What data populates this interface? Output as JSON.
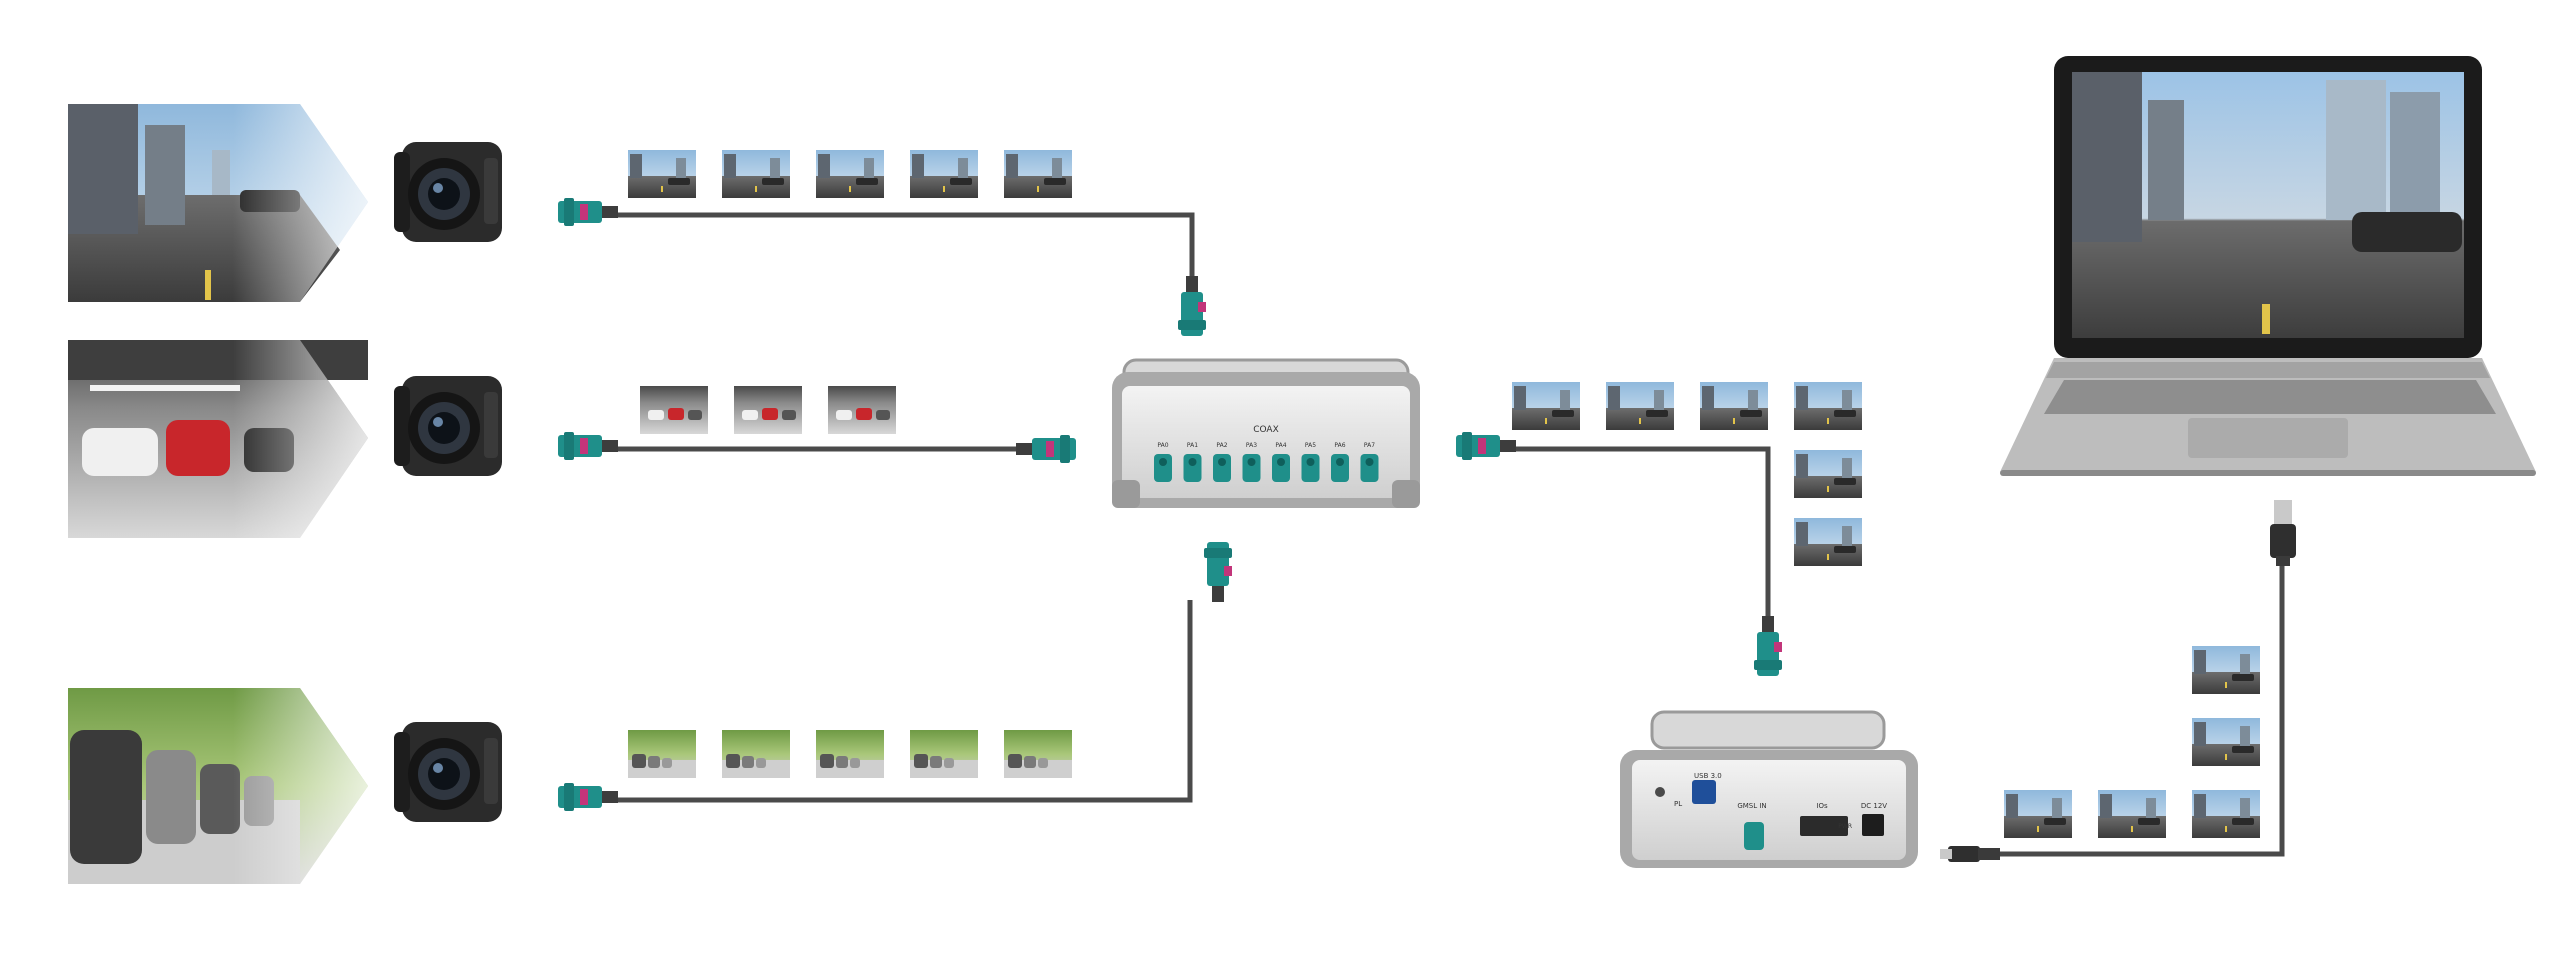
{
  "colors": {
    "cable": "#4a4a4a",
    "connector_teal": "#1f8f8a",
    "connector_magenta": "#c2357a",
    "device_body": "#e3e3e3",
    "device_frame": "#a9a9a9",
    "laptop_body": "#bdbdbd"
  },
  "icons": [
    "scene-road-icon",
    "scene-parking-icon",
    "scene-street-icon",
    "camera-icon",
    "fakra-connector-icon",
    "video-frame-icon",
    "usb-plug-icon",
    "laptop-icon"
  ],
  "hub": {
    "top_label": "COAX",
    "port_labels": [
      "PA0",
      "PA1",
      "PA2",
      "PA3",
      "PA4",
      "PA5",
      "PA6",
      "PA7"
    ]
  },
  "grabber": {
    "usb_label": "USB 3.0",
    "link_label": "GMSL IN",
    "io_label": "IOs",
    "power_label": "DC 12V",
    "pwr_label": "PWR",
    "pl_label": "PL"
  }
}
